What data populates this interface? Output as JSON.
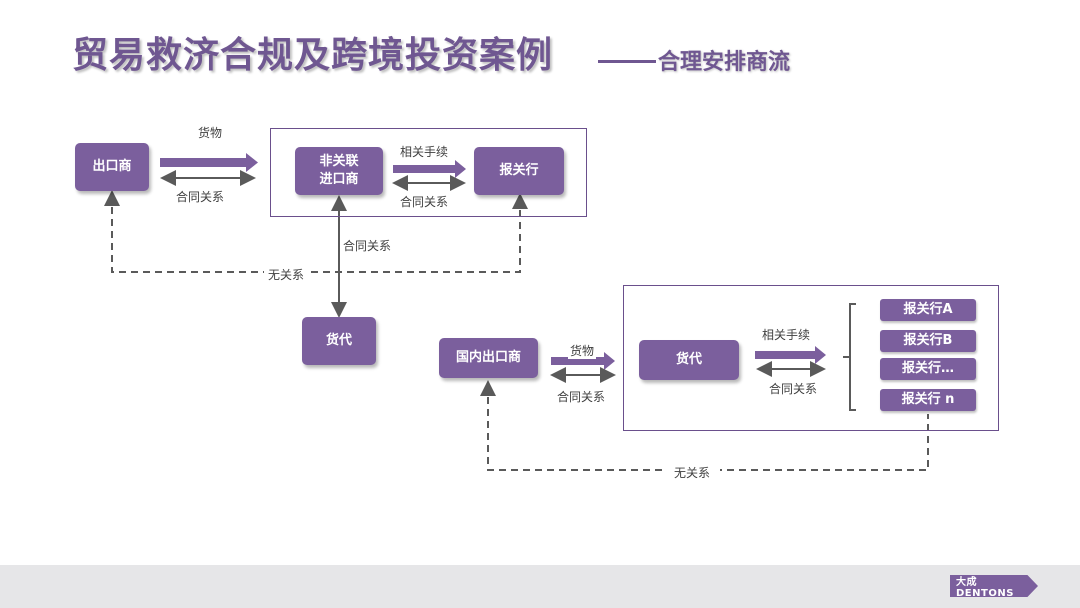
{
  "title": {
    "main": "贸易救济合规及跨境投资案例",
    "sub": "合理安排商流"
  },
  "nodes": {
    "exporter": "出口商",
    "unrelated_importer": "非关联\n进口商",
    "customs_broker": "报关行",
    "forwarder_top": "货代",
    "domestic_exporter": "国内出口商",
    "forwarder_bottom": "货代",
    "broker_a": "报关行A",
    "broker_b": "报关行B",
    "broker_etc": "报关行…",
    "broker_n": "报关行 n"
  },
  "labels": {
    "goods_top": "货物",
    "contract_top": "合同关系",
    "procedures_top": "相关手续",
    "contract_inner": "合同关系",
    "contract_vertical": "合同关系",
    "unrelated_top": "无关系",
    "goods_bottom": "货物",
    "contract_bottom": "合同关系",
    "procedures_bottom": "相关手续",
    "contract_inner_bottom": "合同关系",
    "unrelated_bottom": "无关系"
  },
  "footer": {
    "logo": "大成 DENTONS"
  },
  "colors": {
    "accent": "#7b5f9d",
    "line": "#5a5a5a",
    "frame": "#6a4f8c"
  }
}
